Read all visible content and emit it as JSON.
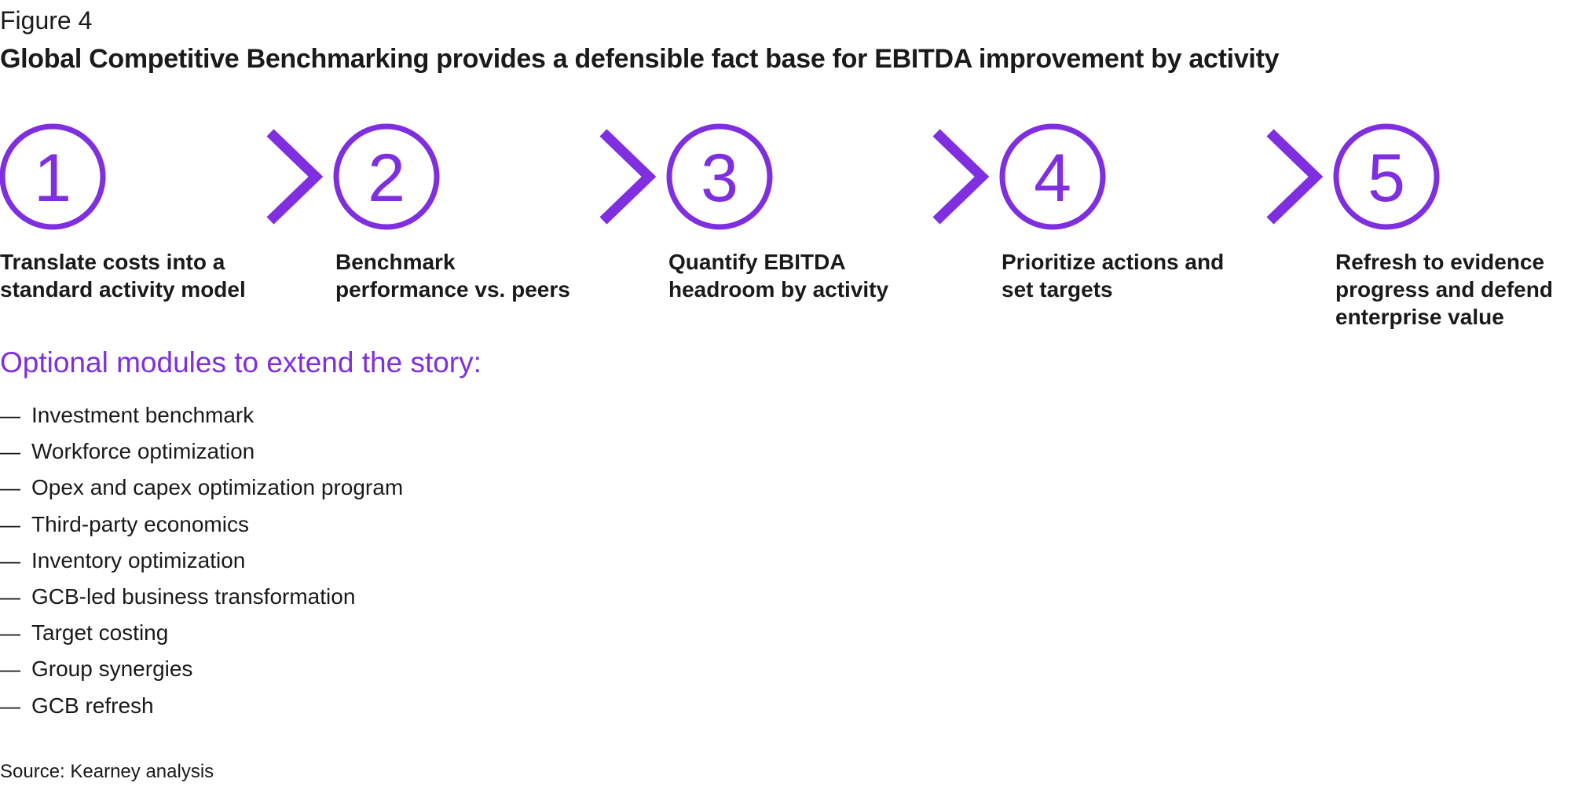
{
  "figure_label": "Figure 4",
  "title": "Global Competitive Benchmarking provides a defensible fact base for EBITDA improvement by activity",
  "colors": {
    "accent": "#7f2ee0",
    "arrow_start": "#b98cf0",
    "arrow_end": "#7f2ee0",
    "text": "#1a1a1a"
  },
  "steps": [
    {
      "number": "1",
      "label": "Translate costs into a standard activity model"
    },
    {
      "number": "2",
      "label": "Benchmark performance vs. peers"
    },
    {
      "number": "3",
      "label": "Quantify EBITDA headroom by activity"
    },
    {
      "number": "4",
      "label": "Prioritize actions and set targets"
    },
    {
      "number": "5",
      "label": "Refresh to evidence progress and defend enterprise value"
    }
  ],
  "optional_heading": "Optional modules to extend the story:",
  "modules": [
    "Investment benchmark",
    "Workforce optimization",
    "Opex and capex optimization program",
    "Third-party economics",
    "Inventory optimization",
    "GCB-led business transformation",
    "Target costing",
    "Group synergies",
    "GCB refresh"
  ],
  "dash_glyph": "—",
  "source": "Source: Kearney analysis"
}
